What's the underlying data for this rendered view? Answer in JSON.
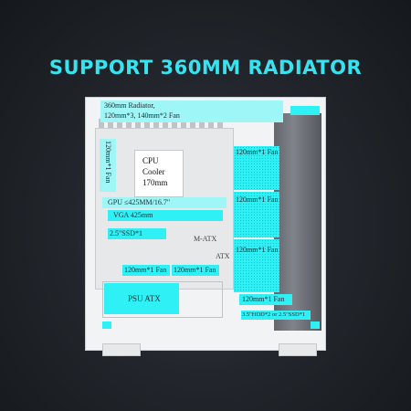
{
  "title": "SUPPORT 360MM RADIATOR",
  "radiator_top": {
    "line1": "360mm Radiator,",
    "line2": "120mm*3, 140mm*2 Fan"
  },
  "side_fan_label": "120mm*1 Fan",
  "cpu_cooler": {
    "line1": "CPU",
    "line2": "Cooler",
    "line3": "170mm"
  },
  "gpu_label": "GPU ≤425MM/16.7\"",
  "vga_label": "VGA 425mm",
  "ssd_label": "2.5\"SSD*1",
  "matx_label": "M-ATX",
  "atx_label": "ATX",
  "bottom_fans": [
    "120mm*1 Fan",
    "120mm*1 Fan"
  ],
  "psu_label": "PSU ATX",
  "front_fans": [
    "120mm*1 Fan",
    "120mm*1 Fan",
    "120mm*1 Fan"
  ],
  "bottom_right_fan": "120mm*1 Fan",
  "hdd_label": "3.5\"HDD*2 or 2.5\"SSD*1",
  "colors": {
    "accent": "#2ff0f4",
    "title": "#36e3ef"
  }
}
